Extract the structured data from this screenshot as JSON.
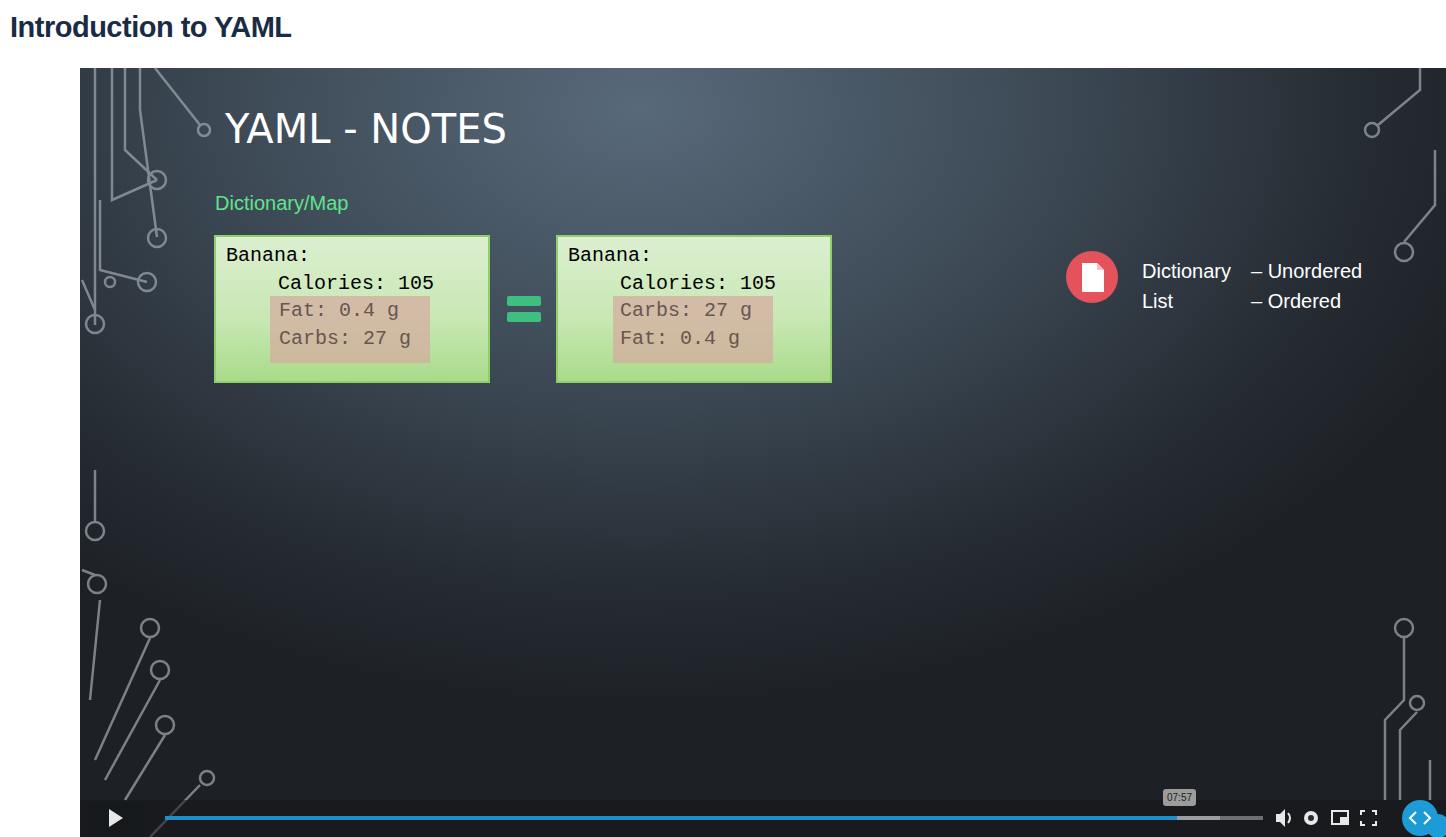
{
  "diagram": {
    "title": "Introduction to YAML",
    "nodes": [
      {
        "text": [
          "Banana:",
          "Calories: 105"
        ]
      },
      {
        "text": [
          "Fat: 0.4 g",
          "Carbs: 27 g"
        ],
        "in": 0
      },
      {
        "text": [
          "Banana:",
          "Calories: 105"
        ]
      },
      {
        "text": [
          "Carbs: 27 g",
          "Fat: 0.4 g"
        ],
        "in": 2
      }
    ],
    "labels": [
      "YAML - NOTES",
      "Dictionary/Map",
      "Dictionary",
      "– Unordered",
      "List",
      "– Ordered",
      "07:57"
    ]
  }
}
